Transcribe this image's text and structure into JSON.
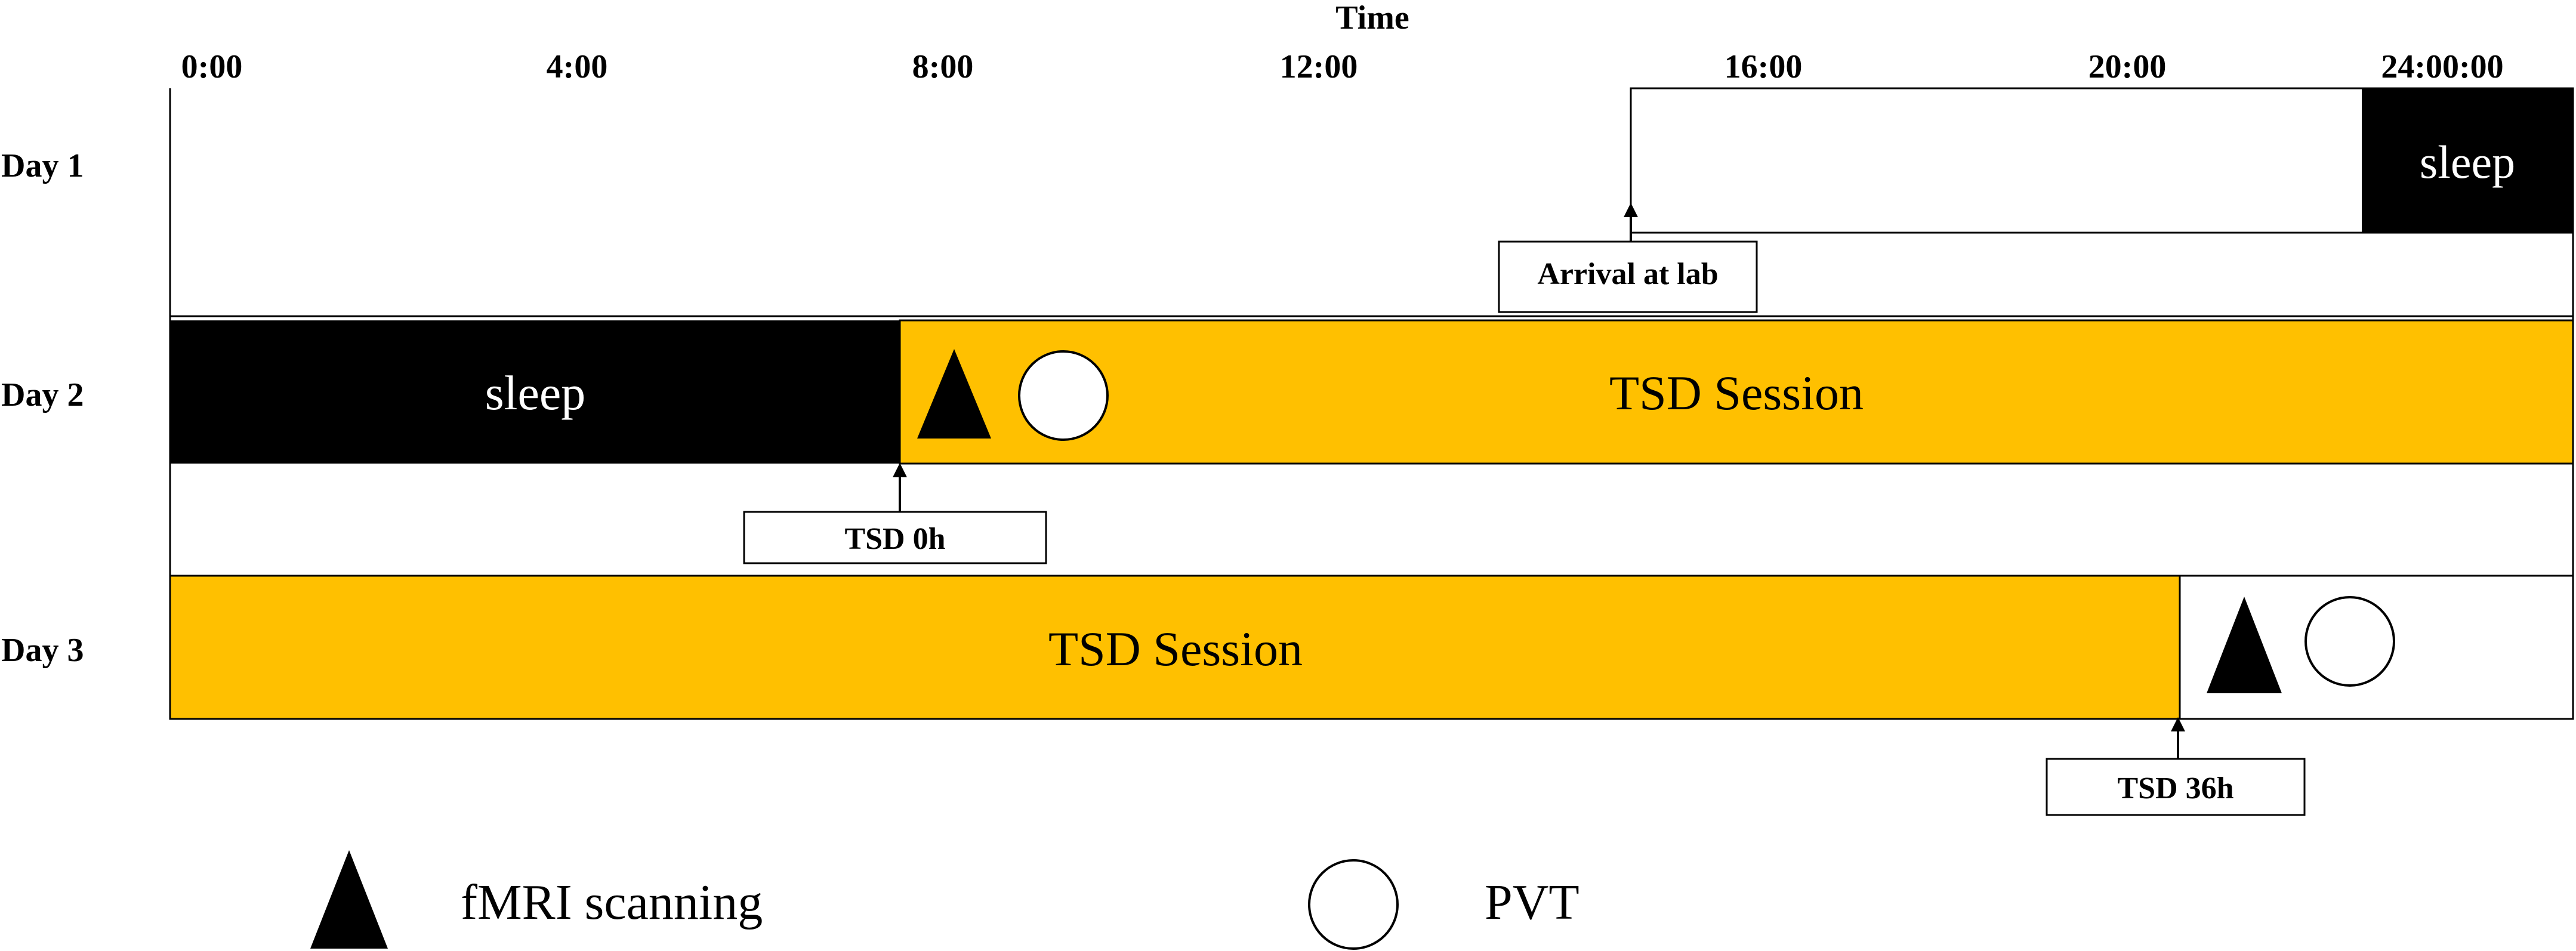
{
  "time_axis": {
    "title": "Time",
    "ticks": [
      "0:00",
      "4:00",
      "8:00",
      "12:00",
      "16:00",
      "20:00",
      "24:00:00"
    ]
  },
  "days": [
    "Day 1",
    "Day 2",
    "Day 3"
  ],
  "blocks": {
    "day1_lab_label": "",
    "day1_sleep": "sleep",
    "day2_sleep": "sleep",
    "day2_tsd": "TSD Session",
    "day3_tsd": "TSD Session"
  },
  "callouts": {
    "arrival": "Arrival at lab",
    "tsd0": "TSD 0h",
    "tsd36": "TSD 36h"
  },
  "legend": {
    "fmri": "fMRI scanning",
    "pvt": "PVT"
  },
  "colors": {
    "sleep": "#000000",
    "tsd": "#FFC000",
    "frame": "#000000",
    "background": "#FFFFFF"
  },
  "icons": {
    "fmri": "filled-triangle",
    "pvt": "hollow-circle"
  }
}
